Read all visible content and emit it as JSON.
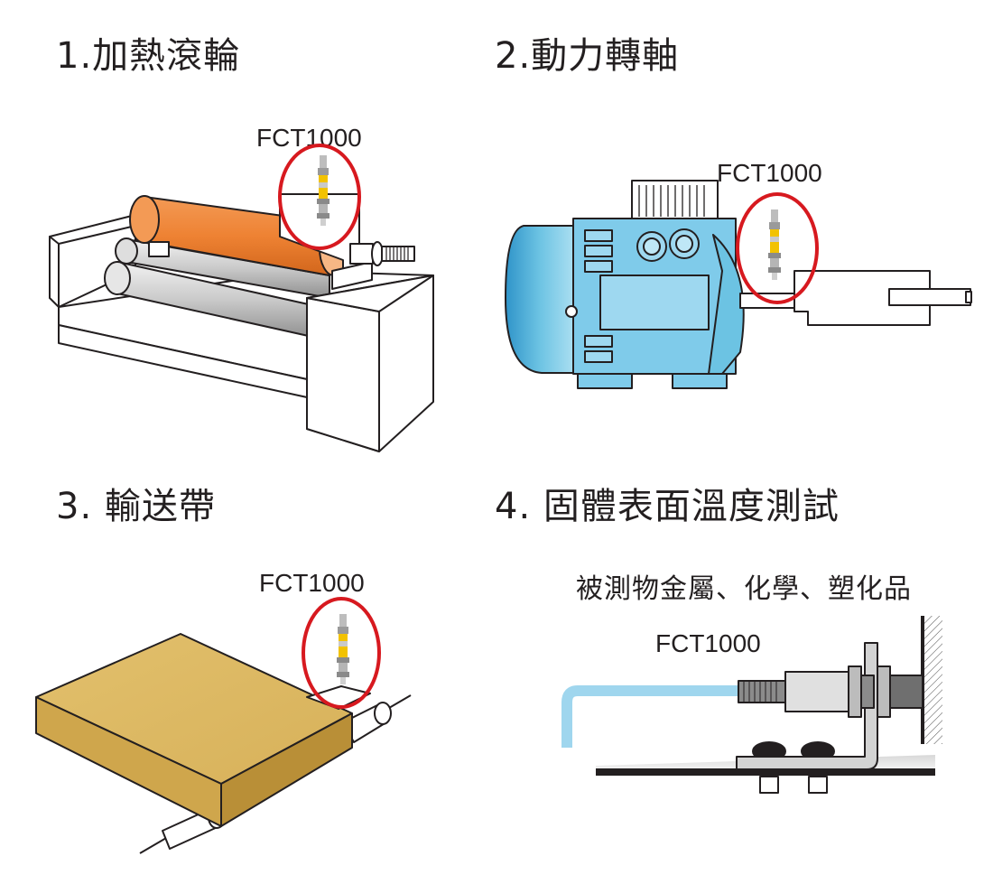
{
  "panels": [
    {
      "title": "1.加熱滾輪",
      "sensor_label": "FCT1000"
    },
    {
      "title": "2.動力轉軸",
      "sensor_label": "FCT1000"
    },
    {
      "title": "3. 輸送帶",
      "sensor_label": "FCT1000"
    },
    {
      "title": "4. 固體表面溫度測試",
      "sensor_label": "FCT1000",
      "subtitle": "被測物金屬、化學、塑化品"
    }
  ],
  "colors": {
    "roller": "#ee8233",
    "motor": "#6cc3e3",
    "motor_dark": "#3a9fd1",
    "board": "#d9b561",
    "highlight_circle": "#d7191f",
    "cable": "#9fd6ee",
    "sensor_body": "#b9b9b9",
    "sensor_band": "#f2c200"
  }
}
